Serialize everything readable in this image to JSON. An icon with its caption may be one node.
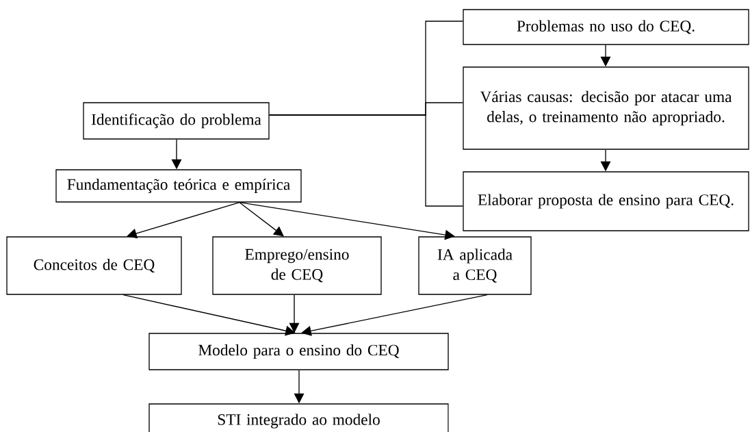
{
  "diagram": {
    "nodes": [
      {
        "text": [
          "Identificação do problema"
        ]
      },
      {
        "text": [
          "Fundamentação teórica e empírica"
        ]
      },
      {
        "text": [
          "Problemas no uso do CEQ."
        ]
      },
      {
        "text": [
          "Várias causas: decisão por atacar uma delas, o treinamento não apropriado."
        ]
      },
      {
        "text": [
          "Elaborar proposta de ensino para CEQ."
        ]
      },
      {
        "text": [
          "Conceitos de CEQ"
        ]
      },
      {
        "text": [
          "Emprego/ensino de CEQ"
        ]
      },
      {
        "text": [
          "IA aplicada a CEQ"
        ]
      },
      {
        "text": [
          "Modelo para o ensino do CEQ"
        ]
      },
      {
        "text": [
          "STI integrado ao modelo"
        ]
      }
    ],
    "edges": [
      {
        "from": 0,
        "to": 1,
        "arrow": "to"
      },
      {
        "from": 0,
        "to": 2,
        "arrow": "none"
      },
      {
        "from": 0,
        "to": 3,
        "arrow": "none"
      },
      {
        "from": 0,
        "to": 4,
        "arrow": "none"
      },
      {
        "from": 2,
        "to": 3,
        "arrow": "to"
      },
      {
        "from": 3,
        "to": 4,
        "arrow": "to"
      },
      {
        "from": 1,
        "to": 5,
        "arrow": "to"
      },
      {
        "from": 1,
        "to": 6,
        "arrow": "to"
      },
      {
        "from": 1,
        "to": 7,
        "arrow": "to"
      },
      {
        "from": 5,
        "to": 8,
        "arrow": "to"
      },
      {
        "from": 6,
        "to": 8,
        "arrow": "to"
      },
      {
        "from": 7,
        "to": 8,
        "arrow": "to"
      },
      {
        "from": 8,
        "to": 9,
        "arrow": "to"
      }
    ]
  }
}
